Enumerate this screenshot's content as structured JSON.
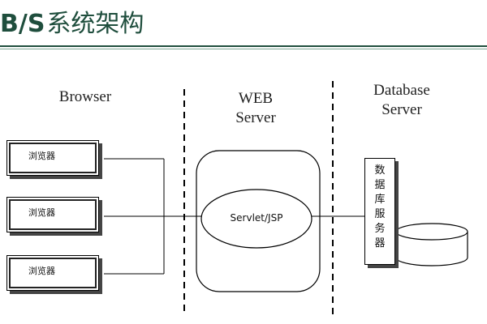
{
  "title": {
    "prefix": "B/S",
    "text": "系统架构"
  },
  "columns": {
    "browser": "Browser",
    "web": [
      "WEB",
      "Server"
    ],
    "database": [
      "Database",
      "Server"
    ]
  },
  "browser_boxes": [
    {
      "label": "浏览器"
    },
    {
      "label": "浏览器"
    },
    {
      "label": "浏览器"
    }
  ],
  "web_server": {
    "component": "Servlet/JSP"
  },
  "db_server": {
    "chars": [
      "数",
      "据",
      "库",
      "服",
      "务",
      "器"
    ]
  }
}
